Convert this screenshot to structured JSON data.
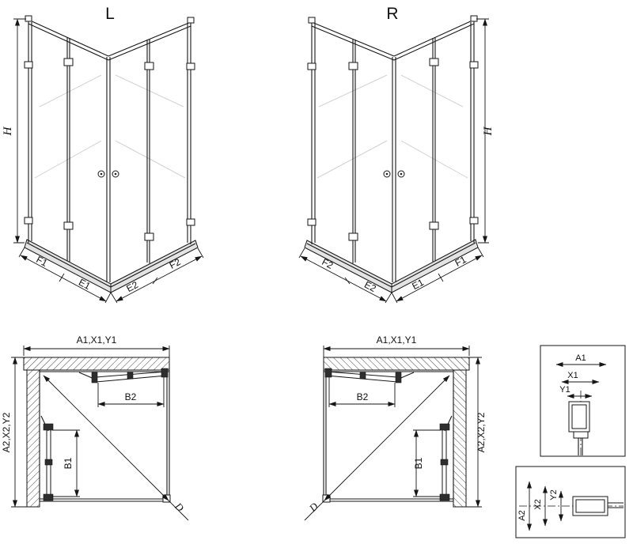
{
  "front_view_left": {
    "variant": "L",
    "height": "H",
    "segments_left": [
      "F1",
      "E1"
    ],
    "segments_right": [
      "E2",
      "F2"
    ]
  },
  "front_view_right": {
    "variant": "R",
    "height": "H",
    "segments_left": [
      "F2",
      "E2"
    ],
    "segments_right": [
      "E1",
      "F1"
    ]
  },
  "plan_view_left": {
    "width": "A1,X1,Y1",
    "depth": "A2,X2,Y2",
    "entry_width": "B2",
    "entry_depth": "B1",
    "diagonal": "D"
  },
  "plan_view_right": {
    "width": "A1,X1,Y1",
    "depth": "A2,X2,Y2",
    "entry_width": "B2",
    "entry_depth": "B1",
    "diagonal": "D"
  },
  "detail_vertical": {
    "dims": [
      "A1",
      "X1",
      "Y1"
    ]
  },
  "detail_horizontal": {
    "dims": [
      "A2",
      "X2",
      "Y2"
    ]
  }
}
